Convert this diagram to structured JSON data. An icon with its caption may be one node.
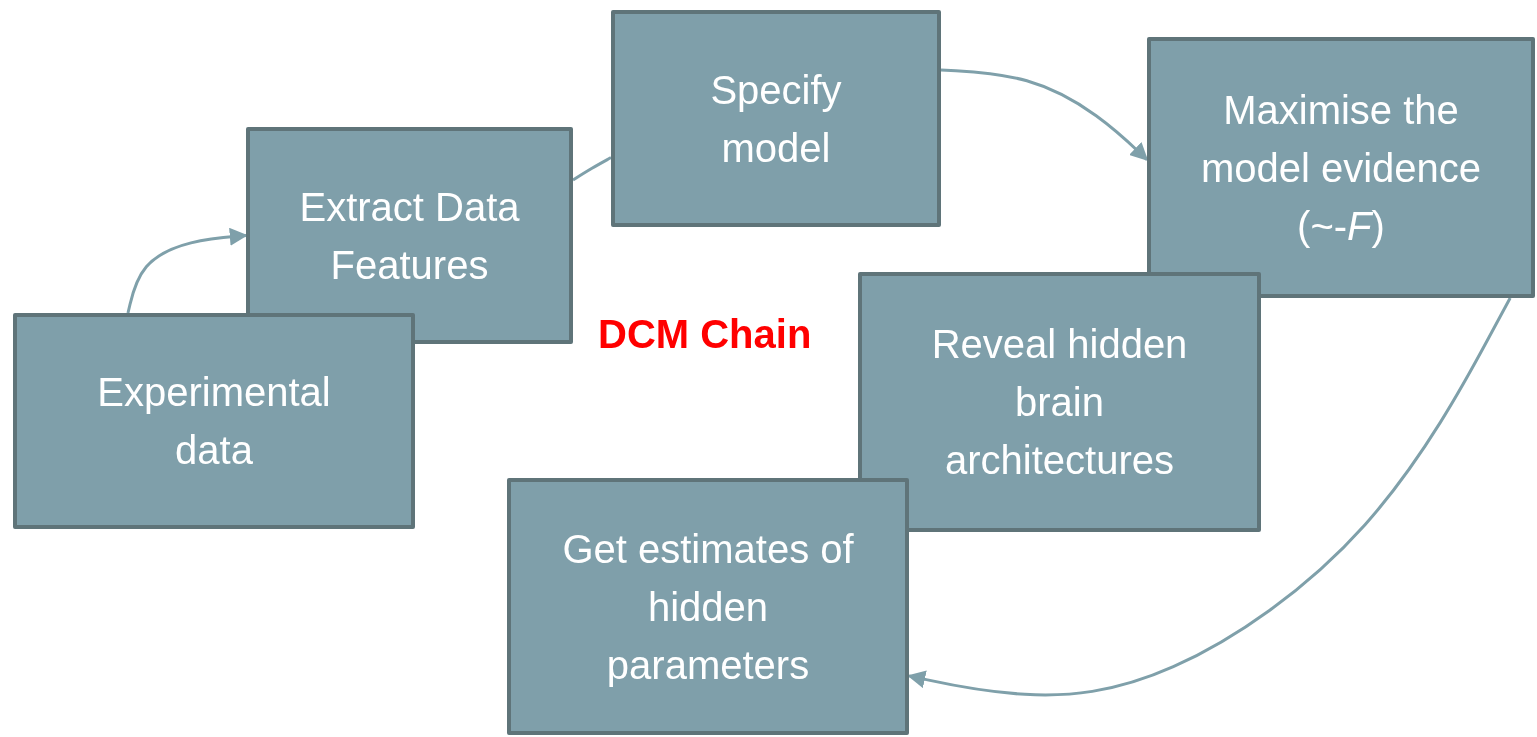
{
  "diagram": {
    "nodes": [
      {
        "text": [
          "Experimental data"
        ]
      },
      {
        "text": [
          "Extract Data Features"
        ]
      },
      {
        "text": [
          "Specify model"
        ]
      },
      {
        "text": [
          "Maximise the model evidence (~-*F*)"
        ]
      },
      {
        "text": [
          "Reveal hidden brain architectures"
        ]
      },
      {
        "text": [
          "Get estimates of hidden parameters"
        ]
      }
    ],
    "edges": [
      {
        "from": 0,
        "to": 1,
        "arrow": "to"
      },
      {
        "from": 1,
        "to": 2,
        "arrow": "none"
      },
      {
        "from": 2,
        "to": 3,
        "arrow": "to"
      },
      {
        "from": 3,
        "to": 5,
        "arrow": "to"
      }
    ],
    "labels": [
      "DCM Chain"
    ]
  }
}
